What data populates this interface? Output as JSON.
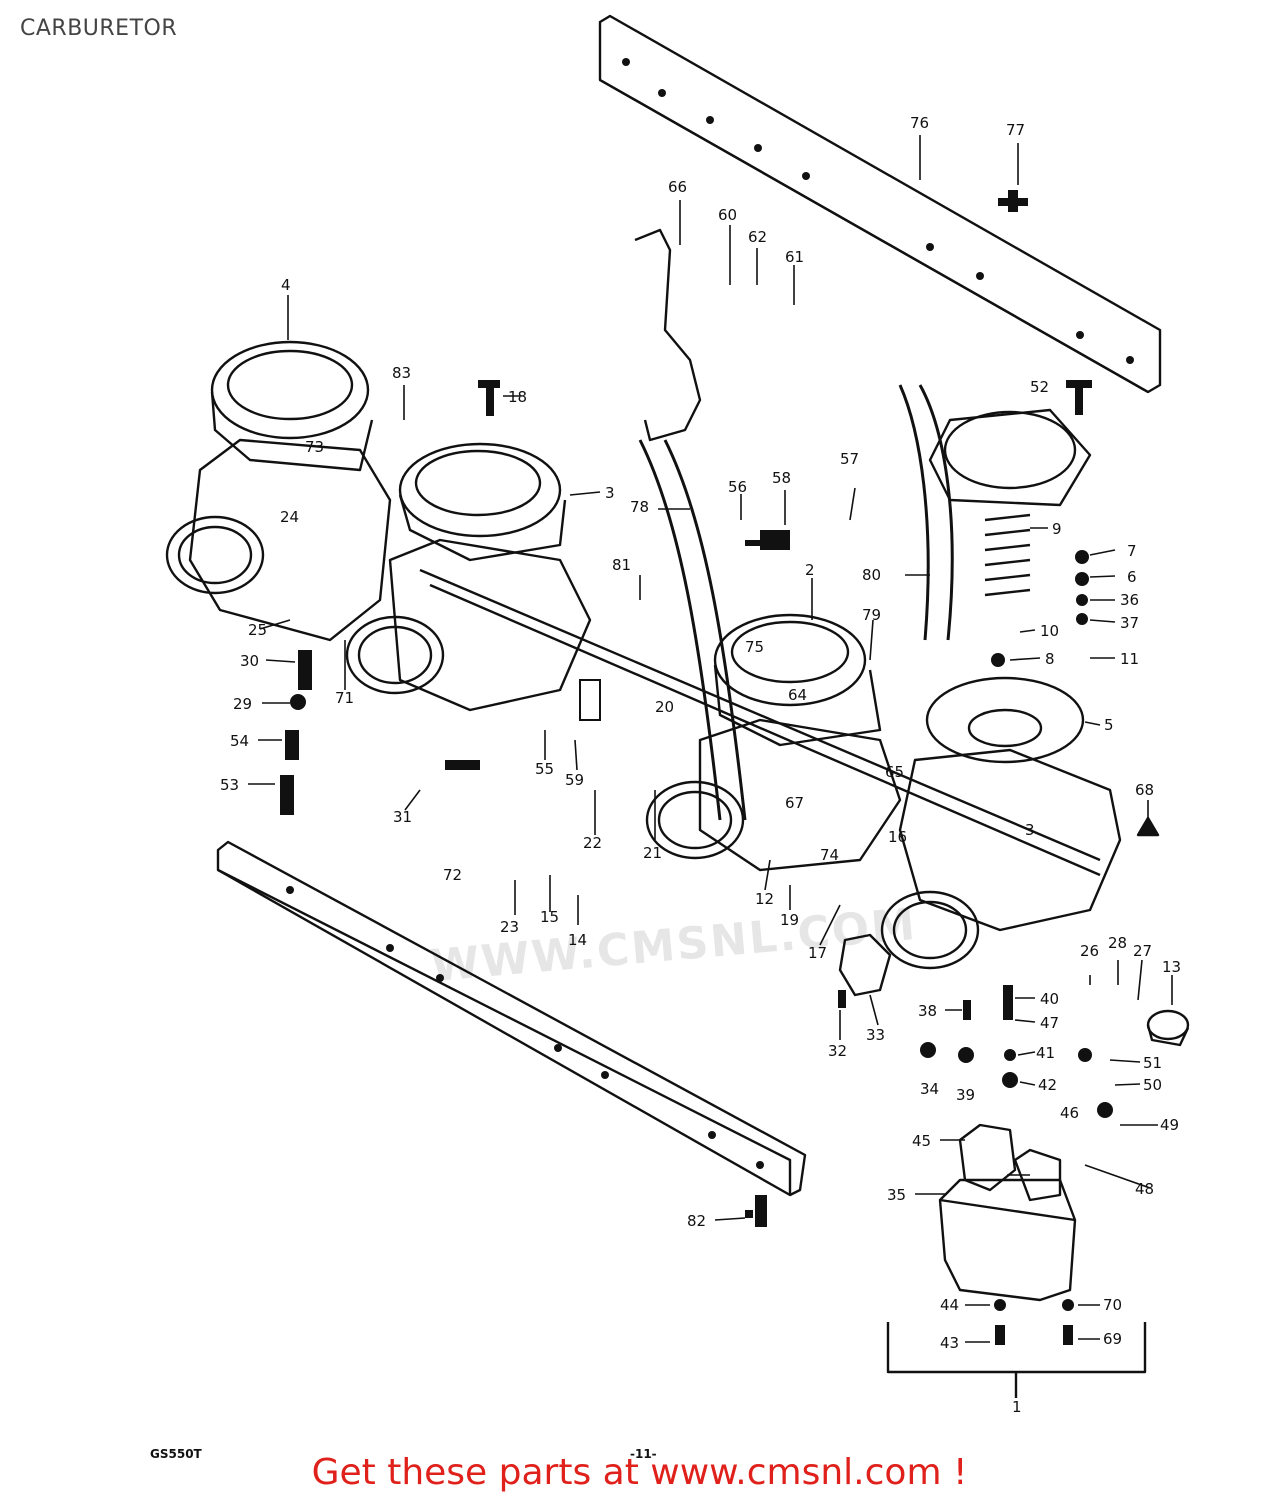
{
  "page": {
    "title": "CARBURETOR"
  },
  "watermark": {
    "logo_text": "CMS",
    "url_text": "WWW.CMSNL.COM"
  },
  "corner": {
    "model_code": "GS550T",
    "page_mark": "-11-"
  },
  "banner": {
    "text": "Get these parts at www.cmsnl.com !",
    "color": "#e0201a"
  },
  "callouts": [
    "1",
    "2",
    "3",
    "4",
    "5",
    "6",
    "7",
    "8",
    "9",
    "10",
    "11",
    "12",
    "13",
    "14",
    "15",
    "16",
    "17",
    "18",
    "19",
    "20",
    "21",
    "22",
    "23",
    "24",
    "25",
    "26",
    "27",
    "28",
    "29",
    "30",
    "31",
    "32",
    "33",
    "34",
    "35",
    "36",
    "37",
    "38",
    "39",
    "40",
    "41",
    "42",
    "43",
    "44",
    "45",
    "46",
    "47",
    "48",
    "49",
    "50",
    "51",
    "52",
    "53",
    "54",
    "55",
    "56",
    "57",
    "58",
    "59",
    "60",
    "61",
    "62",
    "64",
    "65",
    "66",
    "67",
    "68",
    "69",
    "70",
    "71",
    "72",
    "73",
    "74",
    "75",
    "76",
    "77",
    "78",
    "79",
    "80",
    "81",
    "82",
    "83"
  ]
}
